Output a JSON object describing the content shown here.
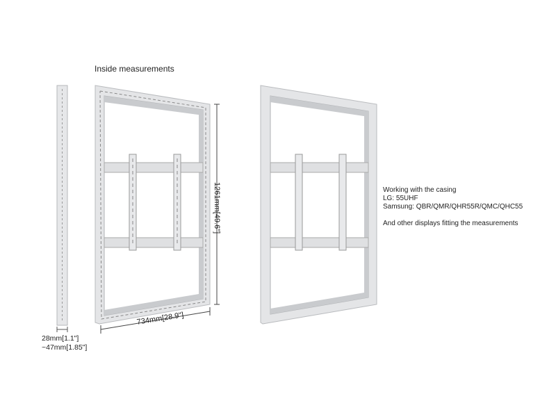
{
  "heading": "Inside measurements",
  "dimensions": {
    "height": "1261mm[49.6\"]",
    "width": "734mm[28.9\"]",
    "depth_min": "28mm[1.1\"]",
    "depth_max": "~47mm[1.85\"]"
  },
  "info": {
    "line1": "Working with the casing",
    "line2": "LG: 55UHF",
    "line3": "Samsung: QBR/QMR/QHR55R/QMC/QHC55",
    "line4": "And other displays fitting the measurements"
  },
  "colors": {
    "frame": "#e4e5e7",
    "frame_edge": "#b9bbbe",
    "inner": "#c9cbce"
  }
}
